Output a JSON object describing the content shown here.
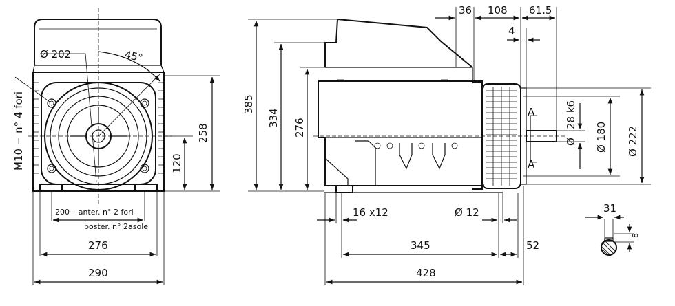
{
  "labels": {
    "d202": "Ø 202",
    "deg45": "45°",
    "m10": "M10 − n° 4 fori",
    "d258": "258",
    "d120": "120",
    "d200": "200− anter. n° 2 fori",
    "poster": "poster. n° 2asole",
    "d276w": "276",
    "d290": "290",
    "d385": "385",
    "d334": "334",
    "d276h": "276",
    "d36": "36",
    "d108": "108",
    "d61_5": "61.5",
    "d4": "4",
    "secA1": "A",
    "secA2": "A",
    "d28k6": "28 k6",
    "dshaft": "Ø",
    "d180": "Ø 180",
    "d222": "Ø 222",
    "d16x12": "16  x12",
    "d12": "Ø  12",
    "d345": "345",
    "d52": "52",
    "d428": "428",
    "d31": "31",
    "d8": "8"
  }
}
